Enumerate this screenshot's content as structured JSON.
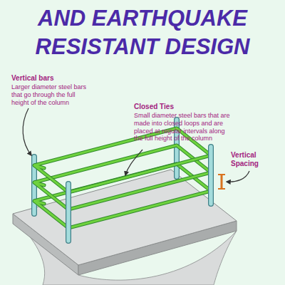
{
  "diagram": {
    "title": "AND EARTHQUAKE RESISTANT DESIGN",
    "labels": [
      "Vertical bars",
      "Larger diameter steel bars that go through the full height of the column",
      "Closed Ties",
      "Small diameter steel bars that are made into closed loops and are placed at regular intervals along the full height of the column",
      "Vertical Spacing"
    ]
  }
}
